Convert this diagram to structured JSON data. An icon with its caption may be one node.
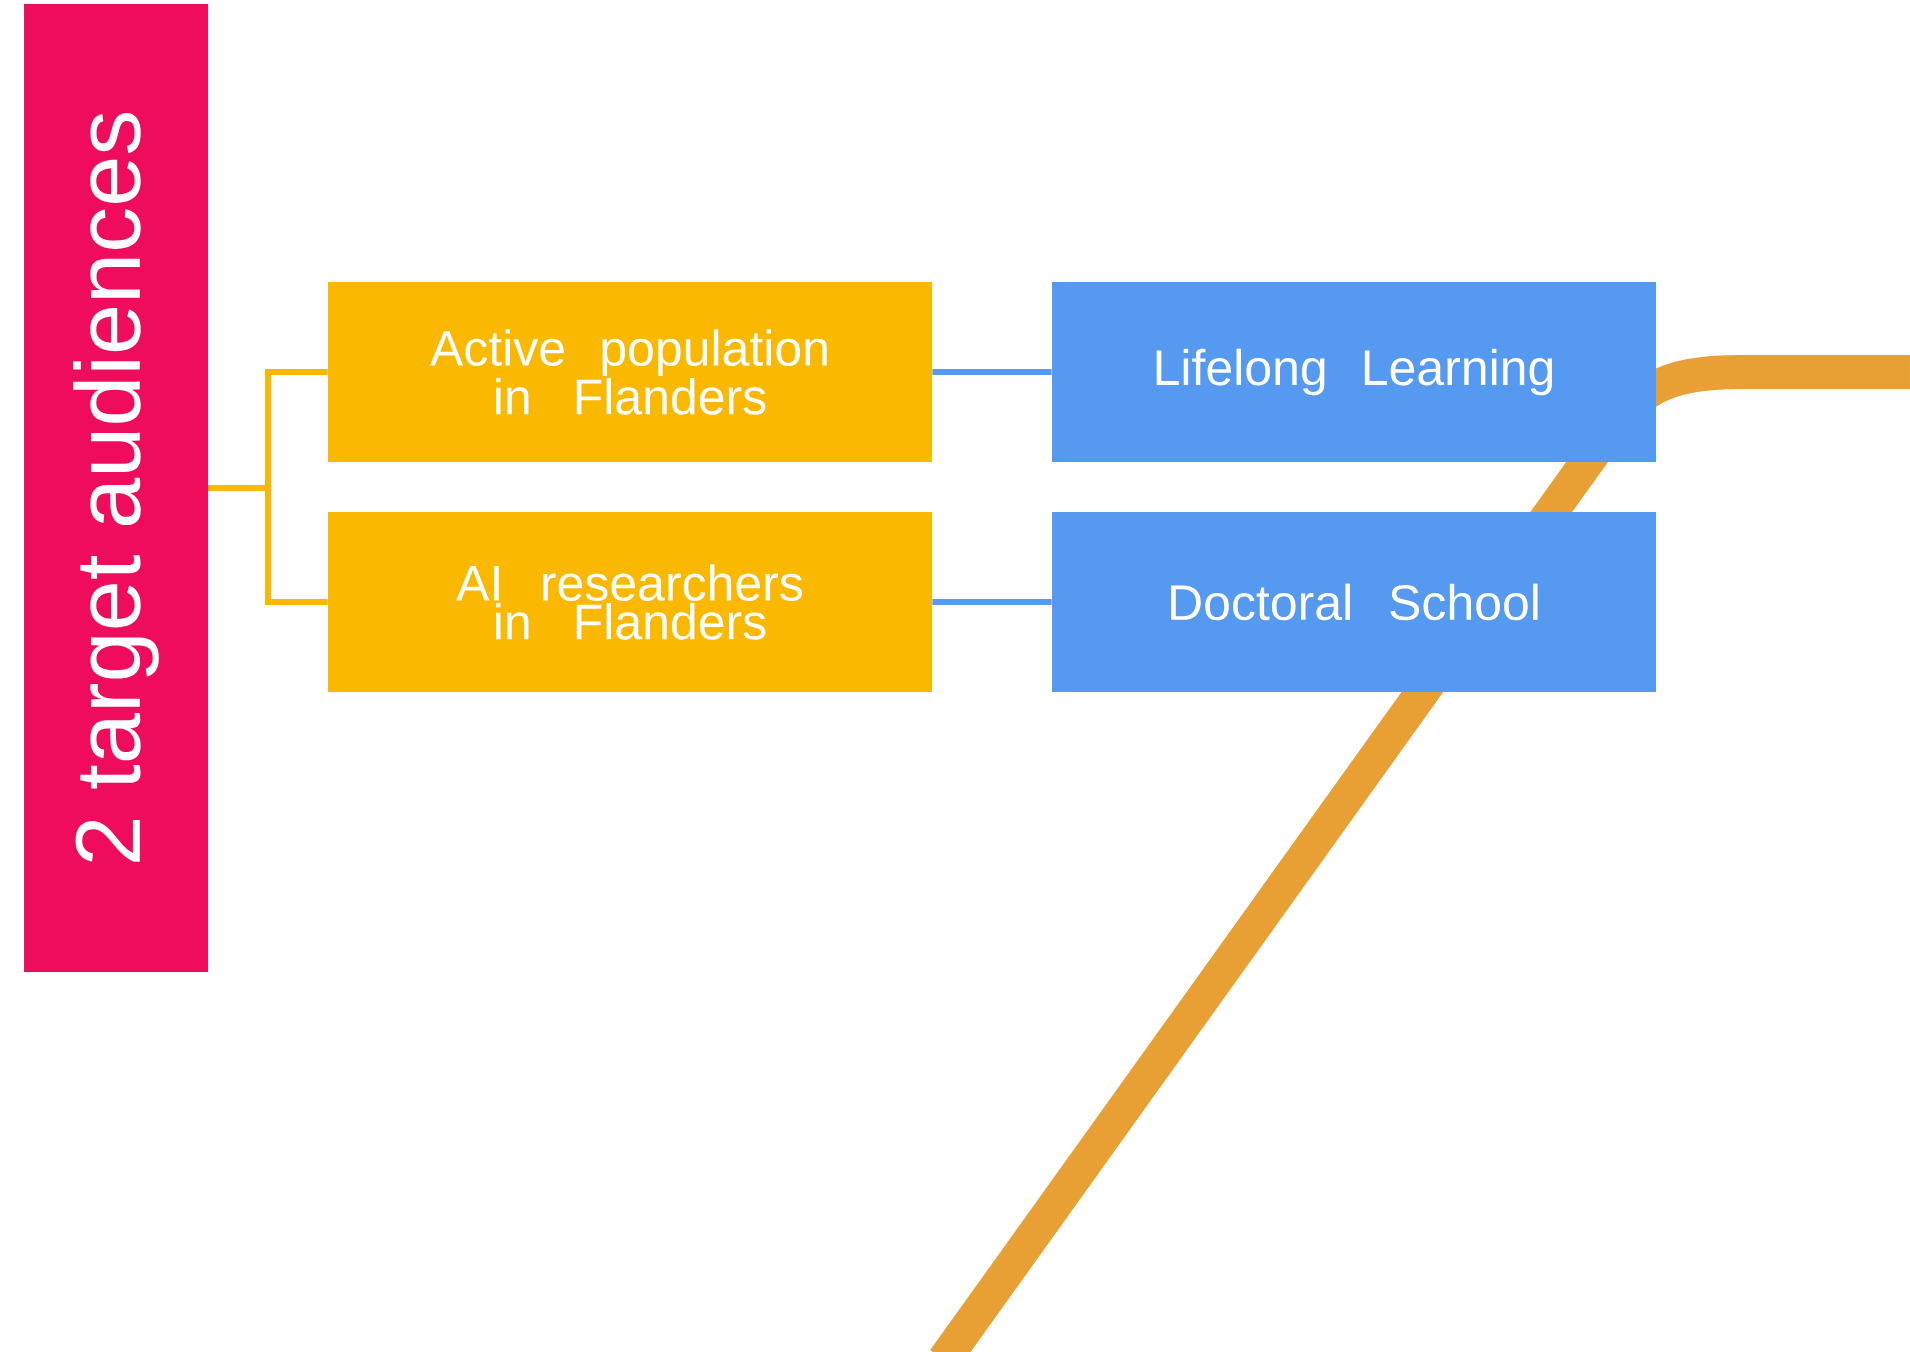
{
  "diagram": {
    "nodes": [
      {
        "text": [
          "2 target audiences"
        ]
      },
      {
        "text": [
          "Active population in Flanders"
        ]
      },
      {
        "text": [
          "AI researchers in Flanders"
        ]
      },
      {
        "text": [
          "Lifelong Learning"
        ]
      },
      {
        "text": [
          "Doctoral School"
        ]
      }
    ],
    "edges": [
      {
        "from": 0,
        "to": 1,
        "arrow": "none",
        "color": "#fbb800"
      },
      {
        "from": 0,
        "to": 2,
        "arrow": "none",
        "color": "#fbb800"
      },
      {
        "from": 1,
        "to": 3,
        "arrow": "none",
        "color": "#5599f0"
      },
      {
        "from": 2,
        "to": 4,
        "arrow": "none",
        "color": "#5599f0"
      }
    ]
  }
}
